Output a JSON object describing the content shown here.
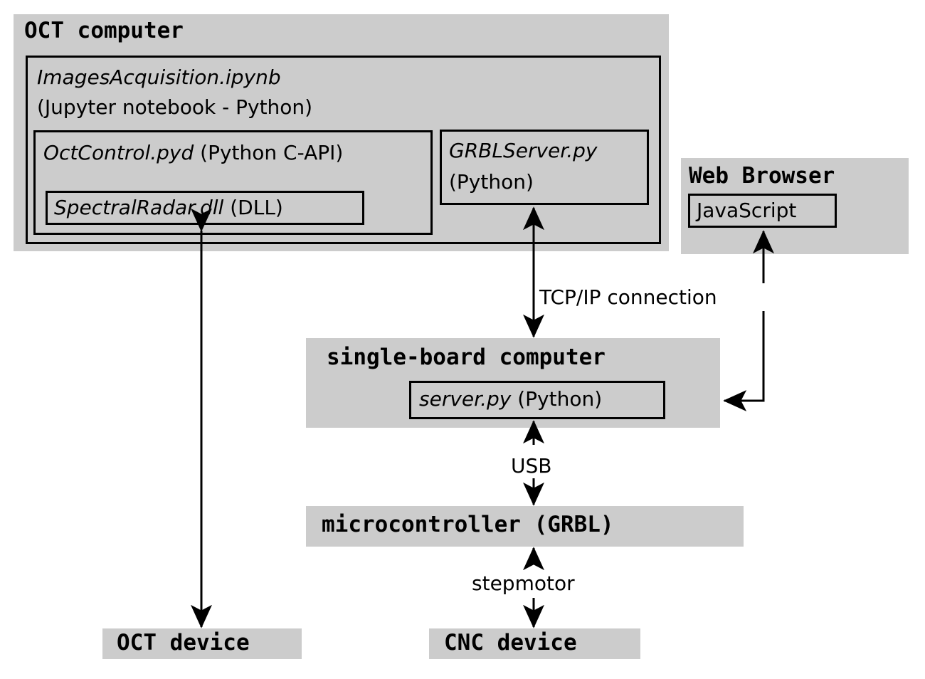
{
  "diagram": {
    "title": "OCT system architecture block diagram",
    "colors": {
      "box_fill": "#cccccc",
      "stroke": "#000000",
      "background": "#ffffff"
    },
    "nodes": {
      "oct_computer": {
        "label": "OCT computer"
      },
      "notebook": {
        "line1": "ImagesAcquisition.ipynb",
        "line2": "(Jupyter notebook - Python)"
      },
      "oct_control": {
        "name": "OctControl.pyd",
        "detail": " (Python C-API)"
      },
      "spectral_radar": {
        "name": "SpectralRadar.dll",
        "detail": " (DLL)"
      },
      "grbl_server": {
        "name": "GRBLServer.py",
        "detail": "(Python)"
      },
      "web_browser": {
        "label": "Web Browser",
        "javascript": "JavaScript"
      },
      "single_board_computer": {
        "label": "single-board computer"
      },
      "server_py": {
        "name": "server.py",
        "detail": " (Python)"
      },
      "microcontroller": {
        "label": "microcontroller (GRBL)"
      },
      "oct_device": {
        "label": "OCT device"
      },
      "cnc_device": {
        "label": "CNC device"
      }
    },
    "edges": [
      {
        "id": "tcpip",
        "label": "TCP/IP connection",
        "from": "GRBLServer.py",
        "to": "single-board computer"
      },
      {
        "id": "usb",
        "label": "USB",
        "from": "server.py",
        "to": "microcontroller (GRBL)"
      },
      {
        "id": "stepmotor",
        "label": "stepmotor",
        "from": "microcontroller (GRBL)",
        "to": "CNC device"
      },
      {
        "id": "oct-link",
        "label": "",
        "from": "SpectralRadar.dll",
        "to": "OCT device"
      },
      {
        "id": "browser-link",
        "label": "",
        "from": "JavaScript",
        "to": "single-board computer"
      }
    ]
  }
}
